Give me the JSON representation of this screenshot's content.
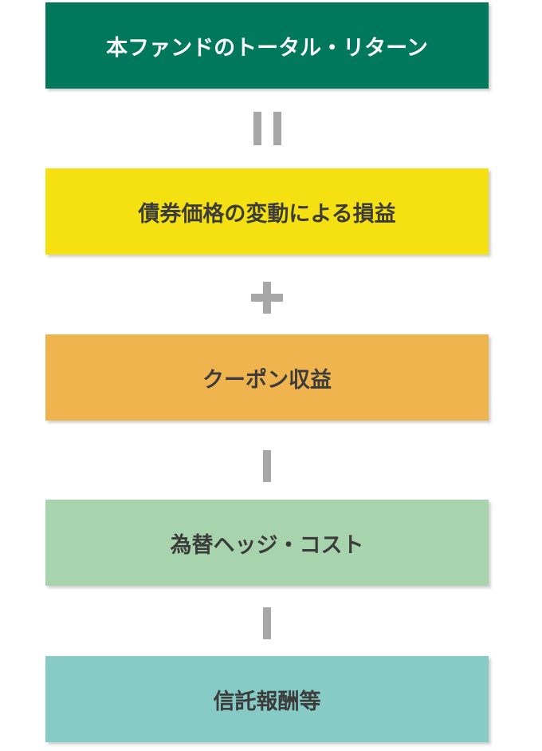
{
  "boxes": [
    {
      "label": "本ファンドのトータル・リターン",
      "bg": "#00785c",
      "fg": "#ffffff"
    },
    {
      "label": "債券価格の変動による損益",
      "bg": "#f5e011",
      "fg": "#3c3c3c"
    },
    {
      "label": "クーポン収益",
      "bg": "#efb44e",
      "fg": "#3c3c3c"
    },
    {
      "label": "為替ヘッジ・コスト",
      "bg": "#a8d4ad",
      "fg": "#3c3c3c"
    },
    {
      "label": "信託報酬等",
      "bg": "#86cbc6",
      "fg": "#3c3c3c"
    }
  ],
  "operators": [
    "equals",
    "plus",
    "minus",
    "minus"
  ],
  "colors": {
    "operator": "#a7a7a7",
    "background": "#ffffff"
  }
}
